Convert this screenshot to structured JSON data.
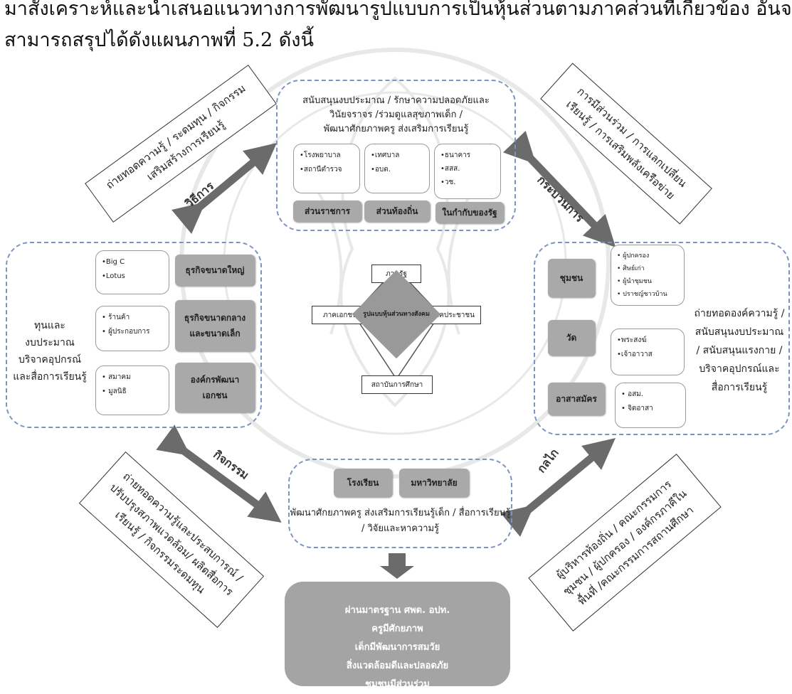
{
  "heading": {
    "line1": "มาสังเคราะห์และนำเสนอแนวทางการพัฒนารูปแบบการเป็นหุ้นส่วนตามภาคส่วนที่เกี่ยวข้อง อันจะ",
    "line2": "สามารถสรุปได้ดังแผนภาพที่ 5.2 ดังนี้"
  },
  "top_box": {
    "desc_lines": [
      "สนับสนุนงบประมาณ / รักษาความปลอดภัยและ",
      "วินัยจราจร /ร่วมดูแลสุขภาพเด็ก /",
      "พัฒนาศักยภาพครู ส่งเสริมการเรียนรู้"
    ],
    "cards": [
      [
        "•โรงพยาบาล",
        "•สถานีตำรวจ"
      ],
      [
        "•เทศบาล",
        "•อบต."
      ],
      [
        "•ธนาคาร",
        "•สสส.",
        "•วช."
      ]
    ],
    "tags": [
      "ส่วนราชการ",
      "ส่วนท้องถิ่น",
      "ในกำกับของรัฐ"
    ]
  },
  "left_box": {
    "side_lines": [
      "ทุนและ",
      "งบประมาณ",
      "บริจาคอุปกรณ์",
      "และสื่อการเรียนรู้"
    ],
    "cards": [
      [
        "•Big C",
        "•Lotus"
      ],
      [
        "• ร้านค้า",
        "• ผู้ประกอบการ"
      ],
      [
        "• สมาคม",
        "• มูลนิธิ"
      ]
    ],
    "tags": [
      [
        "ธุรกิจขนาดใหญ่"
      ],
      [
        "ธุรกิจขนาดกลาง",
        "และขนาดเล็ก"
      ],
      [
        "องค์กรพัฒนา",
        "เอกชน"
      ]
    ]
  },
  "right_box": {
    "tags": [
      "ชุมชน",
      "วัด",
      "อาสาสมัคร"
    ],
    "cards": [
      [
        "• ผู้ปกครอง",
        "• ศิษย์เก่า",
        "• ผู้นำชุมชน",
        "• ปราชญ์ชาวบ้าน"
      ],
      [
        "•พระสงฆ์",
        "•เจ้าอาวาส"
      ],
      [
        "• อสม.",
        "• จิตอาสา"
      ]
    ],
    "side_lines": [
      "ถ่ายทอดองค์ความรู้ /",
      "สนับสนุนงบประมาณ",
      "/ สนับสนุนแรงกาย /",
      "บริจาคอุปกรณ์และ",
      "สื่อการเรียนรู้"
    ]
  },
  "bottom_box": {
    "tags": [
      "โรงเรียน",
      "มหาวิทยาลัย"
    ],
    "desc_lines": [
      "พัฒนาศักยภาพครู ส่งเสริมการเรียนรู้เด็ก / สื่อการเรียนรู้",
      "/ วิจัยและหาความรู้"
    ]
  },
  "center": {
    "core": "รูปแบบหุ้นส่วนทางสังคม",
    "nodes": {
      "top": "ภาครัฐ",
      "left": "ภาคเอกชน",
      "right": "ภาคประชาชน",
      "bottom": "สถาบันการศึกษา"
    }
  },
  "arrow_labels": {
    "top_left": "วิธีการ",
    "top_right": "กระบวนการ",
    "bottom_left": "กิจกรรม",
    "bottom_right": "กลไก"
  },
  "rotated_notes": {
    "top_left": [
      "ถ่ายทอดความรู้ / ระดมทุน / กิจกรรม",
      "เสริมสร้างการเรียนรู้"
    ],
    "top_right": [
      "การมีส่วนร่วม / การแลกเปลี่ยน",
      "เรียนรู้ / การเสริมพลังเครือข่าย"
    ],
    "bottom_left": [
      "ถ่ายทอดความรู้และประสบการณ์ /",
      "ปรับปรุงสภาพแวดล้อม/ ผลิตสื่อการ",
      "เรียนรู้ / กิจกรรมระดมทุน"
    ],
    "bottom_right": [
      "ผู้บริหารท้องถิ่น / คณะกรรมการ",
      "ชุมชน / ผู้ปกครอง / องค์กรภาคีใน",
      "พื้นที่ /คณะกรรมการสถานศึกษา"
    ]
  },
  "outcome": {
    "lines": [
      "ผ่านมาตรฐาน ศพด. อปท.",
      "ครูมีศักยภาพ",
      "เด็กมีพัฒนาการสมวัย",
      "สิ่งแวดล้อมดีและปลอดภัย",
      "ชุมชนมีส่วนร่วม"
    ]
  },
  "colors": {
    "dashed_border": "#7d93c2",
    "tag_fill": "#a9a9a9",
    "arrow": "#6b6b6b",
    "outcome_fill": "#a4a4a4"
  }
}
